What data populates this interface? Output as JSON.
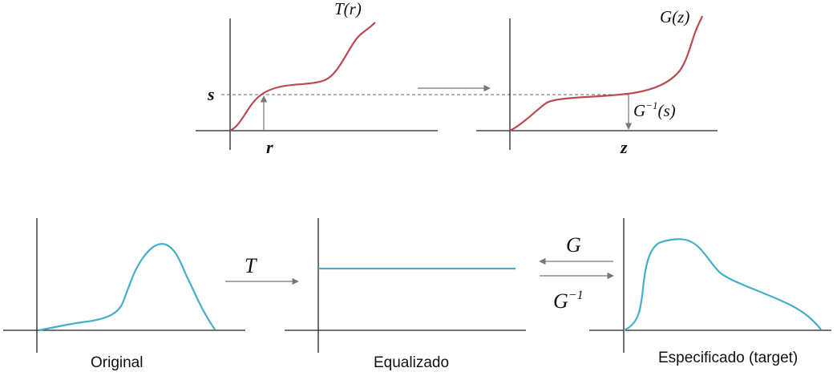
{
  "top": {
    "left_plot": {
      "curve_label": "T(r)",
      "y_marker": "s",
      "x_marker": "r"
    },
    "right_plot": {
      "curve_label": "G(z)",
      "inverse_label": "G",
      "inverse_sup": "−1",
      "inverse_arg": "(s)",
      "x_marker": "z"
    }
  },
  "bottom": {
    "panels": [
      {
        "caption": "Original"
      },
      {
        "caption": "Equalizado"
      },
      {
        "caption": "Especificado (target)"
      }
    ],
    "transform_label": "T",
    "forward_label": "G",
    "inverse_label": "G",
    "inverse_sup": "−1"
  },
  "colors": {
    "transform_curve": "#b94a4f",
    "histogram_curve": "#47aec8"
  }
}
